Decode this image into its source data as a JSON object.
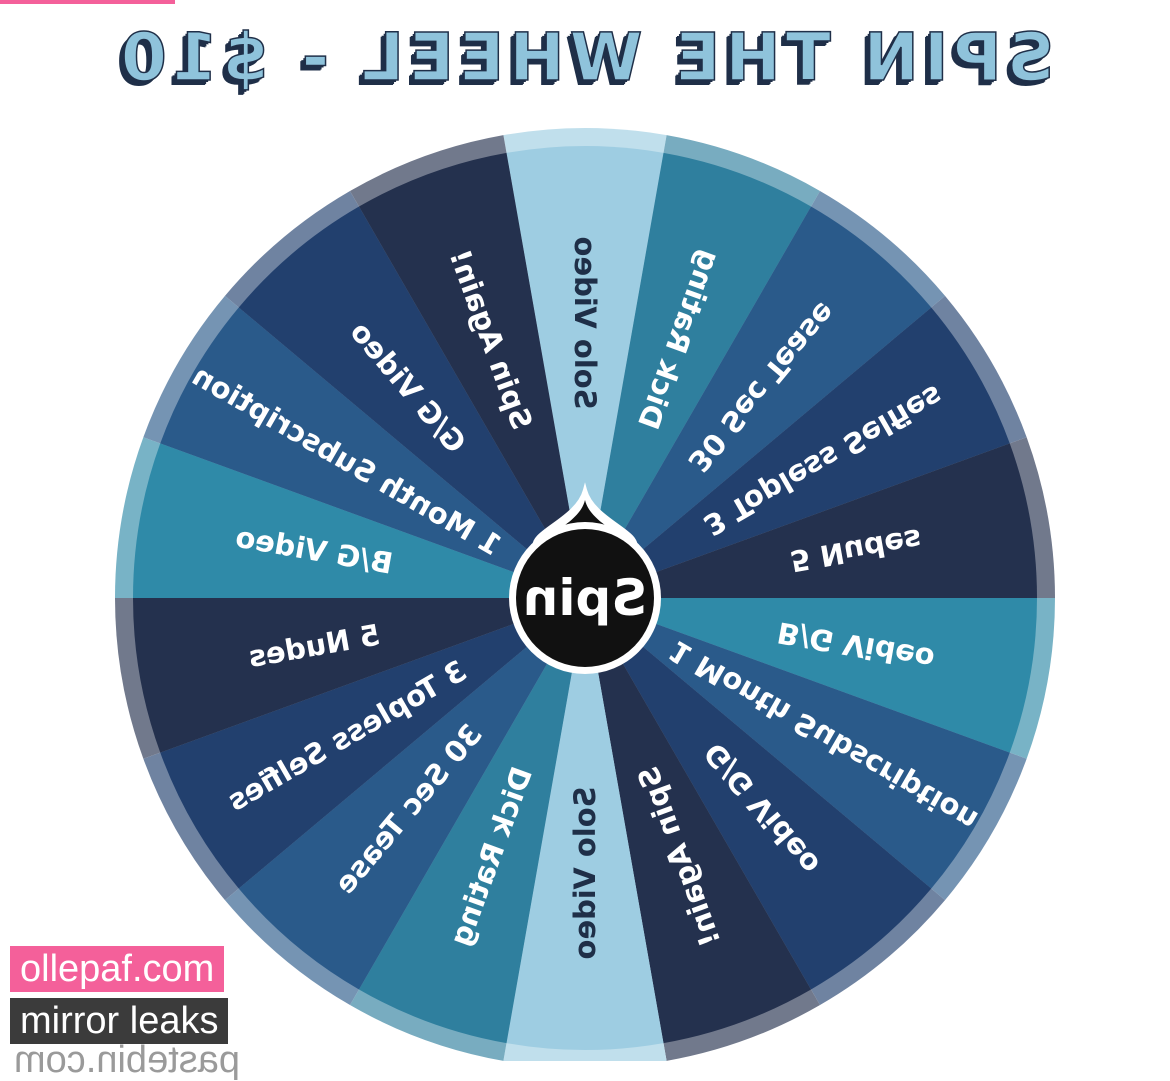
{
  "title": "SPIN THE WHEEL - $10",
  "center_button": {
    "label": "Spin"
  },
  "segments": [
    {
      "label": "Solo Video",
      "color": "#9ecde2",
      "text_color": "#1f2f48"
    },
    {
      "label": "Dick Rating",
      "color": "#2f7f9e",
      "text_color": "#ffffff"
    },
    {
      "label": "30 Sec Tease",
      "color": "#2a5a8a",
      "text_color": "#ffffff"
    },
    {
      "label": "3 Topless Selfies",
      "color": "#22406e",
      "text_color": "#ffffff"
    },
    {
      "label": "5 Nudes",
      "color": "#24314e",
      "text_color": "#ffffff"
    },
    {
      "label": "B/G Video",
      "color": "#2f8aa8",
      "text_color": "#ffffff"
    },
    {
      "label": "1 Month Subscription",
      "color": "#2a5a8a",
      "text_color": "#ffffff"
    },
    {
      "label": "G/G Video",
      "color": "#22406e",
      "text_color": "#ffffff"
    },
    {
      "label": "Spin Again!",
      "color": "#24314e",
      "text_color": "#ffffff"
    },
    {
      "label": "Solo Video",
      "color": "#9ecde2",
      "text_color": "#1f2f48"
    },
    {
      "label": "Dick Rating",
      "color": "#2f7f9e",
      "text_color": "#ffffff"
    },
    {
      "label": "30 Sec Tease",
      "color": "#2a5a8a",
      "text_color": "#ffffff"
    },
    {
      "label": "3 Topless Selfies",
      "color": "#22406e",
      "text_color": "#ffffff"
    },
    {
      "label": "5 Nudes",
      "color": "#24314e",
      "text_color": "#ffffff"
    },
    {
      "label": "B/G Video",
      "color": "#2f8aa8",
      "text_color": "#ffffff"
    },
    {
      "label": "1 Month Subscription",
      "color": "#2a5a8a",
      "text_color": "#ffffff"
    },
    {
      "label": "G/G Video",
      "color": "#22406e",
      "text_color": "#ffffff"
    },
    {
      "label": "Spin Again!",
      "color": "#24314e",
      "text_color": "#ffffff"
    }
  ],
  "watermarks": {
    "site": "ollepaf.com",
    "tagline": "mirror leaks",
    "footer": "pastebin.com"
  },
  "colors": {
    "pink_badge": "#f4609a",
    "dark_badge": "#3b3b3b",
    "title_fill": "#8fc3db",
    "title_outline": "#1f2f48"
  }
}
